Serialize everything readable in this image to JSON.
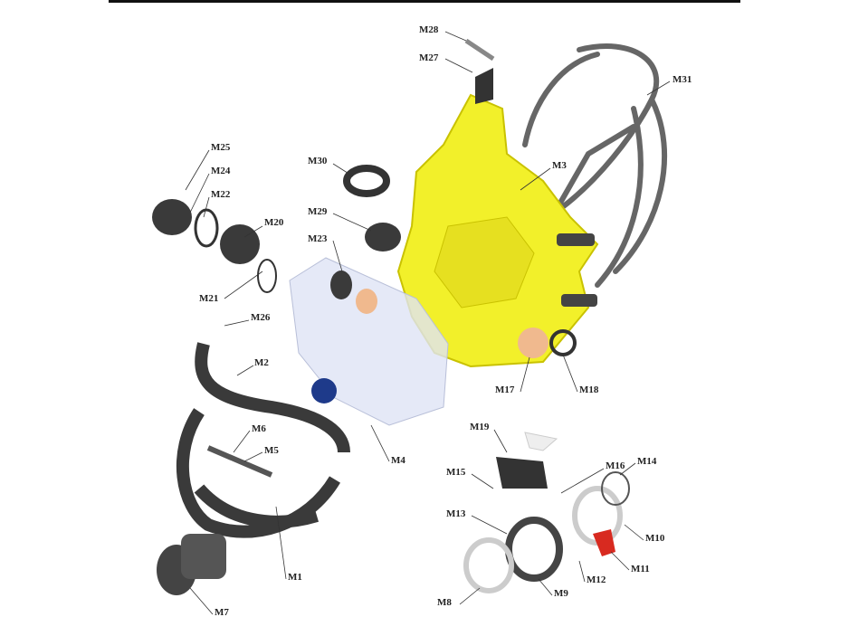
{
  "diagram": {
    "colors": {
      "mask_body": "#f2f02a",
      "frame": "#3a3a3a",
      "visor": "#dfe3f5",
      "disc": "#f0b98e",
      "clip": "#d82a20"
    },
    "labels": {
      "M1": "M1",
      "M2": "M2",
      "M3": "M3",
      "M4": "M4",
      "M5": "M5",
      "M6": "M6",
      "M7": "M7",
      "M8": "M8",
      "M9": "M9",
      "M10": "M10",
      "M11": "M11",
      "M12": "M12",
      "M13": "M13",
      "M14": "M14",
      "M15": "M15",
      "M16": "M16",
      "M17": "M17",
      "M18": "M18",
      "M19": "M19",
      "M20": "M20",
      "M21": "M21",
      "M22": "M22",
      "M23": "M23",
      "M24": "M24",
      "M25": "M25",
      "M26": "M26",
      "M27": "M27",
      "M28": "M28",
      "M29": "M29",
      "M30": "M30",
      "M31": "M31"
    }
  }
}
